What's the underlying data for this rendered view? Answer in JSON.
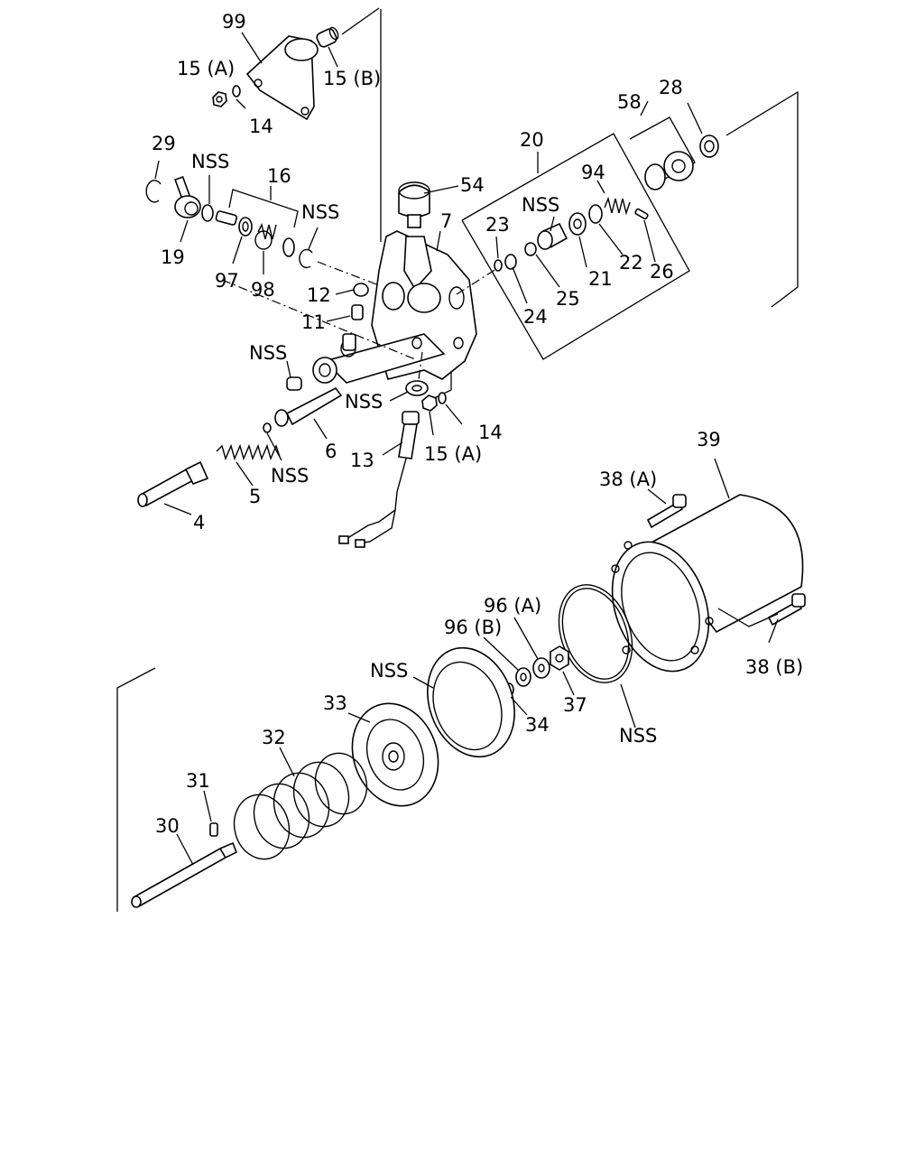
{
  "labels": {
    "l99": "99",
    "l15a_top": "15 (A)",
    "l15b": "15 (B)",
    "l14_top": "14",
    "l29": "29",
    "lnss_1": "NSS",
    "l16": "16",
    "lnss_2": "NSS",
    "l19": "19",
    "l97": "97",
    "l98": "98",
    "l54": "54",
    "l7": "7",
    "l20": "20",
    "l58": "58",
    "l28": "28",
    "lnss_3": "NSS",
    "l94": "94",
    "l23": "23",
    "l21": "21",
    "l22": "22",
    "l26": "26",
    "l24": "24",
    "l25": "25",
    "l12": "12",
    "l11": "11",
    "lnss_4": "NSS",
    "lnss_5": "NSS",
    "l14_mid": "14",
    "l15a_mid": "15 (A)",
    "l13": "13",
    "l6": "6",
    "lnss_6": "NSS",
    "l5": "5",
    "l4": "4",
    "l39": "39",
    "l38a": "38 (A)",
    "l38b": "38 (B)",
    "l96a": "96 (A)",
    "l96b": "96 (B)",
    "lnss_7": "NSS",
    "l37": "37",
    "l34": "34",
    "lnss_8": "NSS",
    "l33": "33",
    "l32": "32",
    "l31": "31",
    "l30": "30"
  }
}
